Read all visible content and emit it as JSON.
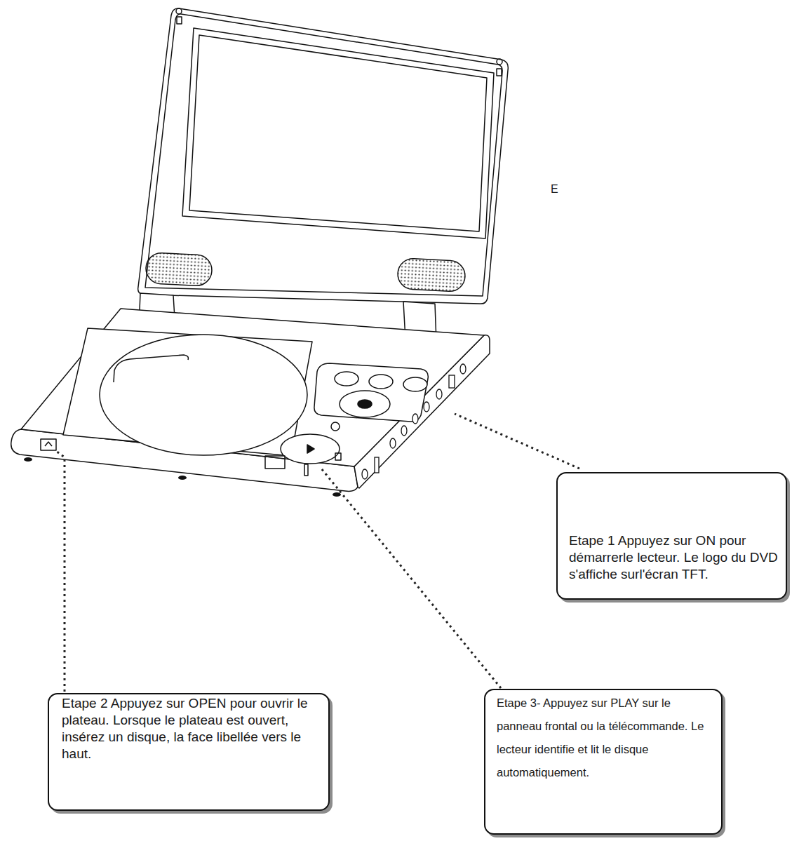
{
  "diagram": {
    "nodes": [
      {
        "text": [
          "Etape 1 Appuyez sur ON pour démarrerle lecteur. Le logo du DVD s'affiche surl'écran TFT."
        ]
      },
      {
        "text": [
          "Etape 2 Appuyez sur OPEN pour ouvrir le plateau. Lorsque le plateau est ouvert, insérez un disque, la face libellée vers le haut."
        ]
      },
      {
        "text": [
          "Etape 3- Appuyez sur PLAY sur le panneau frontal ou la télécommande. Le lecteur identifie et lit le disque automatiquement."
        ]
      }
    ],
    "labels": [
      "E"
    ]
  }
}
